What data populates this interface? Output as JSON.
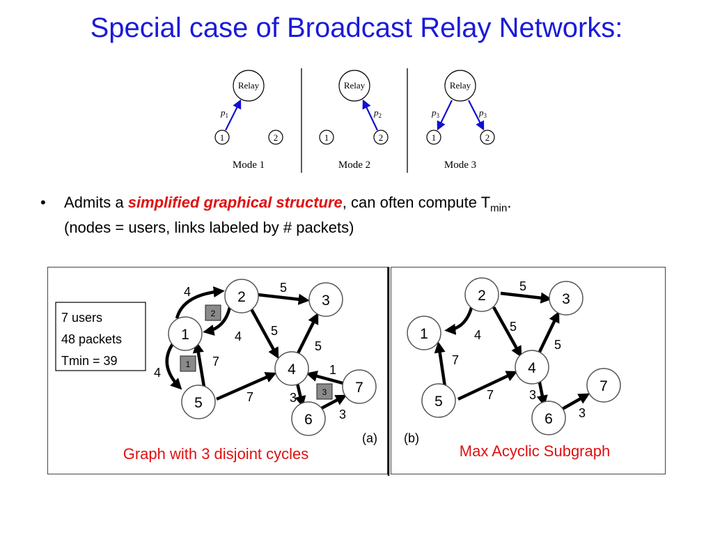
{
  "title": "Special case of Broadcast Relay Networks:",
  "modes": [
    {
      "caption": "Mode 1",
      "relay": "Relay",
      "n1": "1",
      "n2": "2",
      "label_left": "p",
      "label_left_sub": "1",
      "label_right": "",
      "label_right_sub": ""
    },
    {
      "caption": "Mode 2",
      "relay": "Relay",
      "n1": "1",
      "n2": "2",
      "label_left": "",
      "label_left_sub": "",
      "label_right": "p",
      "label_right_sub": "2"
    },
    {
      "caption": "Mode 3",
      "relay": "Relay",
      "n1": "1",
      "n2": "2",
      "label_left": "p",
      "label_left_sub": "3",
      "label_right": "p",
      "label_right_sub": "3"
    }
  ],
  "bullet": {
    "dot": "•",
    "prefix": "Admits a ",
    "emphasis": "simplified graphical structure",
    "middle": ", can often compute T",
    "subscript": "min",
    "suffix": ".",
    "line2": "(nodes = users, links labeled by # packets)"
  },
  "panel_a": {
    "info": [
      "7 users",
      "48 packets",
      "Tmin = 39"
    ],
    "nodes": [
      "1",
      "2",
      "3",
      "4",
      "5",
      "6",
      "7"
    ],
    "edge_labels": [
      "4",
      "5",
      "4",
      "5",
      "4",
      "7",
      "5",
      "1",
      "7",
      "3",
      "3"
    ],
    "cycle_boxes": [
      "1",
      "2",
      "3"
    ],
    "tag": "(a)",
    "caption": "Graph with 3 disjoint cycles"
  },
  "panel_b": {
    "nodes": [
      "1",
      "2",
      "3",
      "4",
      "5",
      "6",
      "7"
    ],
    "edge_labels": [
      "5",
      "4",
      "5",
      "5",
      "7",
      "7",
      "3",
      "3"
    ],
    "tag": "(b)",
    "caption": "Max Acyclic Subgraph"
  },
  "colors": {
    "title": "#1a1adb",
    "arrow_blue": "#1010d0",
    "caption_red": "#e01010",
    "box_gray": "#8a8a8a"
  }
}
